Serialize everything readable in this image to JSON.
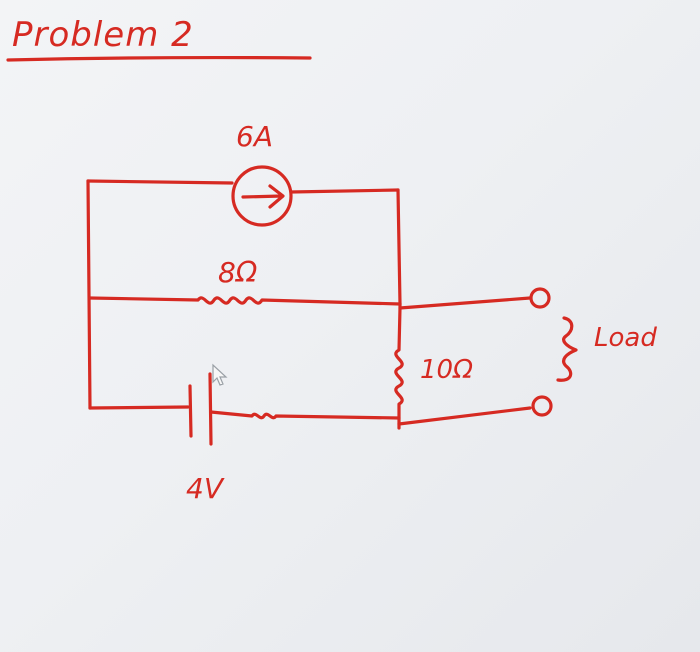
{
  "title": "Problem 2",
  "labels": {
    "current_source": "6A",
    "resistor_top": "8Ω",
    "resistor_right": "10Ω",
    "battery": "4V",
    "load": "Load"
  },
  "colors": {
    "ink": "#d62a22",
    "paper": "#eef0f3"
  }
}
